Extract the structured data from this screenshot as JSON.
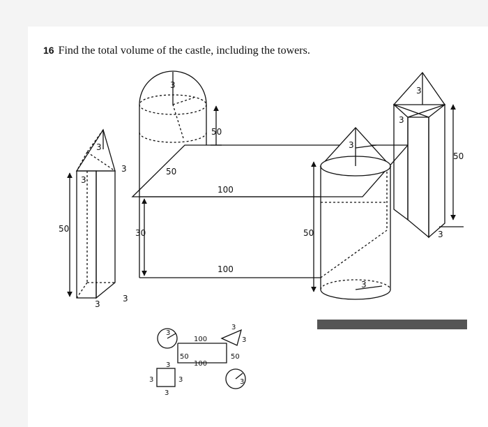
{
  "problem": {
    "number": "16",
    "text": "Find the total volume of the castle, including the towers."
  },
  "figure": {
    "left_tower": {
      "top_label": "3",
      "side_label": "3",
      "side_label_2": "3",
      "height": "50",
      "base_a": "3",
      "base_b": "3"
    },
    "dome_tower": {
      "radius": "3",
      "connector": "50",
      "height_mark": "50"
    },
    "main_wall": {
      "height": "30",
      "length_top": "100",
      "length_front": "100"
    },
    "right_cylinder": {
      "top_label": "3",
      "height": "50",
      "radius": "3"
    },
    "right_tower": {
      "top_label": "3",
      "side_label": "3",
      "height": "50",
      "base": "3"
    }
  },
  "plan": {
    "circle_tl": "3",
    "top_length": "100",
    "triangle_a": "3",
    "triangle_b": "3",
    "side_left": "50",
    "side_right": "50",
    "bottom_length": "100",
    "square_top": "3",
    "square_left": "3",
    "square_right": "3",
    "square_bottom": "3",
    "circle_br": "3"
  }
}
